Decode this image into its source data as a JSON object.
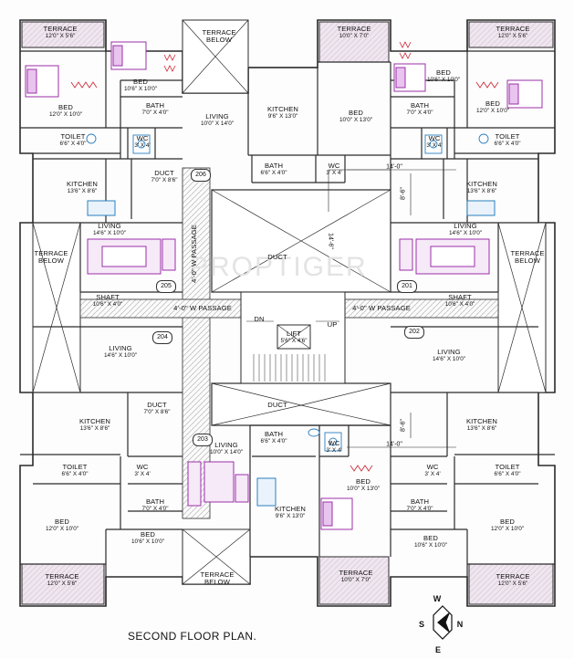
{
  "title": "SECOND FLOOR PLAN.",
  "watermark": "PROPTIGER",
  "compass": {
    "n": "N",
    "s": "S",
    "w": "W",
    "e": "E"
  },
  "units": {
    "u201": "201",
    "u202": "202",
    "u203": "203",
    "u204": "204",
    "u205": "205",
    "u206": "206"
  },
  "rooms": {
    "terrace_tl": {
      "name": "TERRACE",
      "dim": "12'0\" X 5'6\""
    },
    "terrace_below_top": {
      "name": "TERRACE",
      "name2": "BELOW"
    },
    "terrace_top_c": {
      "name": "TERRACE",
      "dim": "10'0\" X 7'0\""
    },
    "terrace_tr": {
      "name": "TERRACE",
      "dim": "12'0\" X 5'6\""
    },
    "bed_tl_outer": {
      "name": "BED",
      "dim": "12'0\" X 10'0\""
    },
    "bed_tl_inner": {
      "name": "BED",
      "dim": "10'6\" X 10'0\""
    },
    "bath_206": {
      "name": "BATH",
      "dim": "7'0\" X 4'0\""
    },
    "living_206": {
      "name": "LIVING",
      "dim": "10'0\" X 14'0\""
    },
    "kitchen_top_c": {
      "name": "KITCHEN",
      "dim": "9'6\" X 13'0\""
    },
    "bed_top_c": {
      "name": "BED",
      "dim": "10'0\" X 13'0\""
    },
    "bed_tr_inner": {
      "name": "BED",
      "dim": "10'6\" X 10'0\""
    },
    "bath_201": {
      "name": "BATH",
      "dim": "7'0\" X 4'0\""
    },
    "bed_tr_outer": {
      "name": "BED",
      "dim": "12'0\" X 10'0\""
    },
    "toilet_205": {
      "name": "TOILET",
      "dim": "6'6\" X 4'0\""
    },
    "wc_206": {
      "name": "WC",
      "dim": "3' X 4'"
    },
    "wc_201": {
      "name": "WC",
      "dim": "3' X 4'"
    },
    "toilet_201": {
      "name": "TOILET",
      "dim": "6'6\" X 4'0\""
    },
    "duct_206": {
      "name": "DUCT",
      "dim": "7'0\" X 8'6\""
    },
    "bath_top_c": {
      "name": "BATH",
      "dim": "6'6\" X 4'0\""
    },
    "wc_top_c": {
      "name": "WC",
      "dim": "3' X 4'"
    },
    "kitchen_205": {
      "name": "KITCHEN",
      "dim": "13'6\" X 8'6\""
    },
    "kitchen_201": {
      "name": "KITCHEN",
      "dim": "13'6\" X 8'6\""
    },
    "living_205": {
      "name": "LIVING",
      "dim": "14'6\" X 10'0\""
    },
    "living_201": {
      "name": "LIVING",
      "dim": "14'6\" X 10'0\""
    },
    "terrace_below_l": {
      "name": "TERRACE",
      "name2": "BELOW"
    },
    "terrace_below_r": {
      "name": "TERRACE",
      "name2": "BELOW"
    },
    "duct_top": {
      "name": "DUCT"
    },
    "shaft_l": {
      "name": "SHAFT",
      "dim": "10'6\" X 4'0\""
    },
    "shaft_r": {
      "name": "SHAFT",
      "dim": "10'6\" X 4'0\""
    },
    "passage_l": {
      "text": "4'-0\" W PASSAGE"
    },
    "passage_r": {
      "text": "4'-0\" W PASSAGE"
    },
    "passage_v": {
      "text": "4'-0\" W PASSAGE"
    },
    "lift": {
      "name": "LIFT",
      "dim": "5'6\" X 4'6\""
    },
    "dn": {
      "text": "DN"
    },
    "up": {
      "text": "UP"
    },
    "living_204": {
      "name": "LIVING",
      "dim": "14'6\" X 10'0\""
    },
    "living_202": {
      "name": "LIVING",
      "dim": "14'6\" X 10'0\""
    },
    "duct_mid": {
      "name": "DUCT"
    },
    "duct_204": {
      "name": "DUCT",
      "dim": "7'0\" X 8'6\""
    },
    "kitchen_204": {
      "name": "KITCHEN",
      "dim": "13'6\" X 8'6\""
    },
    "kitchen_202": {
      "name": "KITCHEN",
      "dim": "13'6\" X 8'6\""
    },
    "living_203": {
      "name": "LIVING",
      "dim": "10'0\" X 14'0\""
    },
    "bath_mid_c": {
      "name": "BATH",
      "dim": "6'6\" X 4'0\""
    },
    "wc_mid_c": {
      "name": "WC",
      "dim": "3' X 4'"
    },
    "toilet_204": {
      "name": "TOILET",
      "dim": "6'6\" X 4'0\""
    },
    "wc_204": {
      "name": "WC",
      "dim": "3' X 4'"
    },
    "bed_203": {
      "name": "BED",
      "dim": "10'0\" X 13'0\""
    },
    "wc_202": {
      "name": "WC",
      "dim": "3' X 4'"
    },
    "toilet_202": {
      "name": "TOILET",
      "dim": "6'6\" X 4'0\""
    },
    "bath_204": {
      "name": "BATH",
      "dim": "7'0\" X 4'0\""
    },
    "kitchen_203": {
      "name": "KITCHEN",
      "dim": "9'6\" X 13'0\""
    },
    "bath_202": {
      "name": "BATH",
      "dim": "7'0\" X 4'0\""
    },
    "bed_bl_outer": {
      "name": "BED",
      "dim": "12'0\" X 10'0\""
    },
    "bed_bl_inner": {
      "name": "BED",
      "dim": "10'6\" X 10'0\""
    },
    "bed_br_inner": {
      "name": "BED",
      "dim": "10'6\" X 10'0\""
    },
    "bed_br_outer": {
      "name": "BED",
      "dim": "12'0\" X 10'0\""
    },
    "terrace_bl": {
      "name": "TERRACE",
      "dim": "12'0\" X 5'6\""
    },
    "terrace_below_bottom": {
      "name": "TERRACE",
      "name2": "BELOW"
    },
    "terrace_bottom_c": {
      "name": "TERRACE",
      "dim": "10'0\" X 7'0\""
    },
    "terrace_br": {
      "name": "TERRACE",
      "dim": "12'0\" X 5'6\""
    }
  },
  "dimensions": {
    "d14_top": "14'-0\"",
    "d8_6_top": "8'-6\"",
    "d14_6": "14'-6\"",
    "d14_mid": "14'-0\"",
    "d8_6_mid": "8'-6\""
  },
  "colors": {
    "walls": "#2b2b2b",
    "furniture": "#9b2fa8",
    "fixtures": "#2b7fbf",
    "terrace_fill": "#e9dfe9",
    "passage_hatch": "#bdbdbd"
  }
}
